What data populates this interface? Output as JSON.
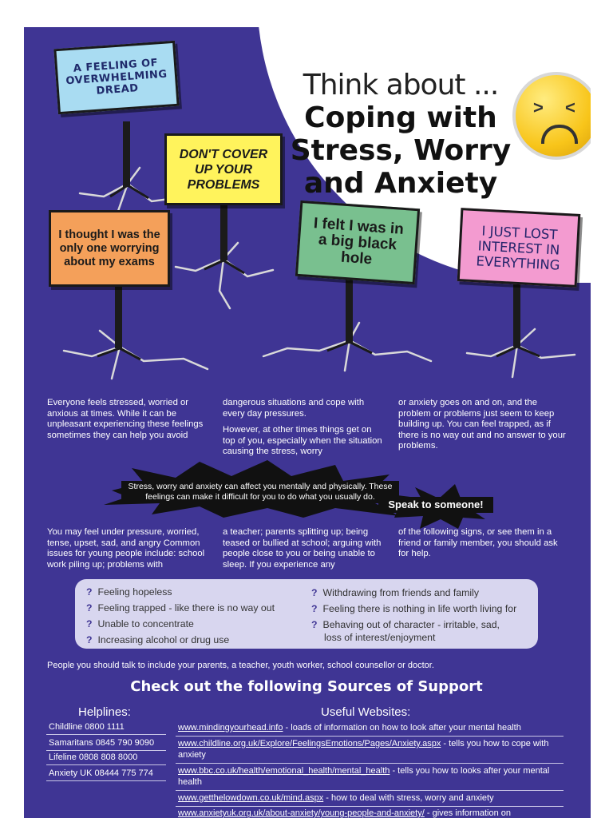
{
  "header": {
    "title_small": "Think about ...",
    "title_lines": [
      "Coping with",
      "Stress, Worry",
      "and Anxiety"
    ]
  },
  "signs": {
    "dread": "a feeling of overwhelming dread",
    "dont_cover": "DON'T COVER UP YOUR PROBLEMS",
    "only_one": "I thought I was the only one worrying about my exams",
    "black_hole": "I felt I was in a big black hole",
    "lost_interest": "I JUST LOST INTEREST IN EVERYTHING"
  },
  "intro": {
    "col1": "Everyone feels stressed, worried or anxious at times.  While it can be unpleasant experiencing these feelings sometimes they can help you avoid",
    "col2a": "dangerous situations and cope with every day pressures.",
    "col2b": "However, at other times things get on top of you, especially when the situation causing the stress, worry",
    "col3": "or anxiety goes on and on, and the problem or problems just seem to keep building up.  You can feel trapped, as if there is no way out and no answer to your problems."
  },
  "callout": {
    "text": "Stress, worry and anxiety can affect you mentally and physically.  These feelings can make it difficult for you to do what you usually do.",
    "speak": "Speak to someone!"
  },
  "pressure": {
    "col1": "You may feel under pressure, worried, tense, upset, sad, and angry  Common issues for young people include: school work piling up; problems with",
    "col2": "a teacher; parents splitting up; being teased or bullied at school; arguing with people close to you or being unable to sleep.  If you experience any",
    "col3": "of the following signs, or see them in a friend or family member, you should ask for help."
  },
  "warning_signs": {
    "bullet": "?",
    "left": [
      "Feeling hopeless",
      "Feeling trapped - like there is no way out",
      "Unable to concentrate",
      "Increasing alcohol or drug use"
    ],
    "right": [
      "Withdrawing from friends and family",
      "Feeling there is nothing in life worth living for",
      "Behaving out of character - irritable, sad,",
      "loss of interest/enjoyment"
    ]
  },
  "people_text": "People you should talk to include your parents, a teacher, youth worker, school counsellor or doctor.",
  "support": {
    "title": "Check out the following Sources of Support",
    "helplines_heading": "Helplines:",
    "websites_heading": "Useful Websites:",
    "helplines": [
      "Childline 0800 1111",
      "Samaritans 0845 790 9090",
      "Lifeline 0808 808 8000",
      "Anxiety UK 08444 775 774"
    ],
    "websites": [
      {
        "url": "www.mindingyourhead.info",
        "desc": " - loads of information on how to look after your mental health"
      },
      {
        "url": "www.childline.org.uk/Explore/FeelingsEmotions/Pages/Anxiety.aspx",
        "desc": " - tells you how to cope with anxiety"
      },
      {
        "url": "www.bbc.co.uk/health/emotional_health/mental_health",
        "desc": " - tells you how to looks after your mental health"
      },
      {
        "url": "www.getthelowdown.co.uk/mind.aspx",
        "desc": " - how to deal with stress, worry and anxiety"
      },
      {
        "url": "www.anxietyuk.org.uk/about-anxiety/young-people-and-anxiety/",
        "desc": " - gives information on"
      }
    ]
  },
  "colors": {
    "background": "#3f3594",
    "sign_blue": "#a9dcf2",
    "sign_yellow": "#fff35c",
    "sign_orange": "#f4a05a",
    "sign_green": "#79c08f",
    "sign_pink": "#f39bd0"
  },
  "icons": [
    "cringing-face-icon",
    "question-mark-icon"
  ]
}
